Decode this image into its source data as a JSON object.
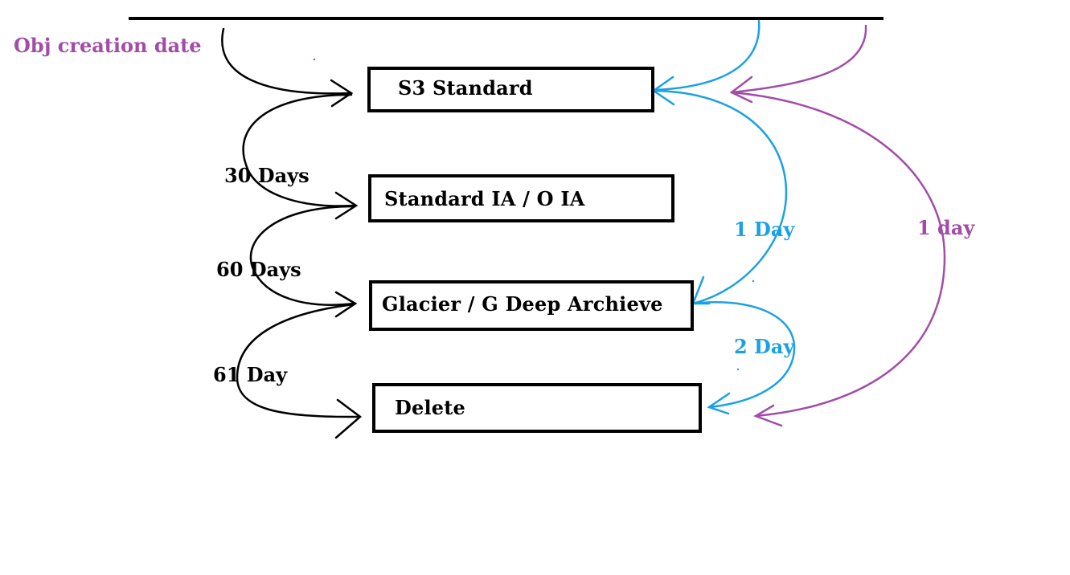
{
  "heading": "Obj creation date",
  "boxes": {
    "s3_standard": "S3 Standard",
    "standard_ia": "Standard IA / O IA",
    "glacier": "Glacier / G Deep Archieve",
    "delete": "Delete"
  },
  "transitions": {
    "t30": "30 Days",
    "t60": "60 Days",
    "t61": "61 Day"
  },
  "blue_labels": {
    "one_day": "1 Day",
    "two_day": "2 Day"
  },
  "purple_labels": {
    "one_day": "1 day"
  },
  "colors": {
    "black": "#000000",
    "blue": "#1ba1e2",
    "purple": "#a24ca8"
  }
}
